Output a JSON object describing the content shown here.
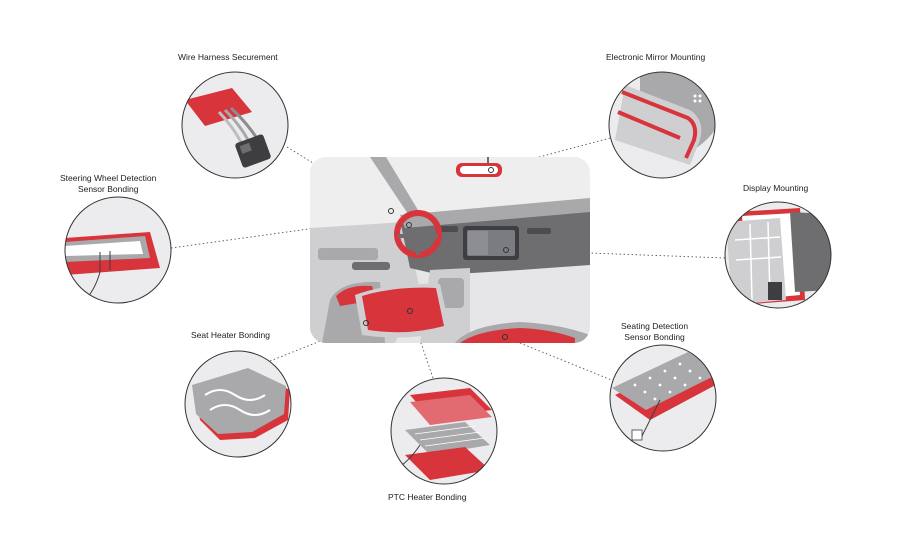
{
  "labels": {
    "wire_harness": "Wire Harness Securement",
    "electronic_mirror": "Electronic Mirror Mounting",
    "steering_wheel_l1": "Steering Wheel Detection",
    "steering_wheel_l2": "Sensor Bonding",
    "display_mounting": "Display Mounting",
    "seat_heater": "Seat Heater Bonding",
    "seating_detection_l1": "Seating Detection",
    "seating_detection_l2": "Sensor Bonding",
    "ptc_heater": "PTC Heater Bonding"
  },
  "colors": {
    "accent": "#d8343b",
    "grey_dark": "#6e6e70",
    "grey_mid": "#a9a9ab",
    "grey_light": "#cfcfd1",
    "panel_bg": "#e4e4e6",
    "line": "#555555"
  }
}
